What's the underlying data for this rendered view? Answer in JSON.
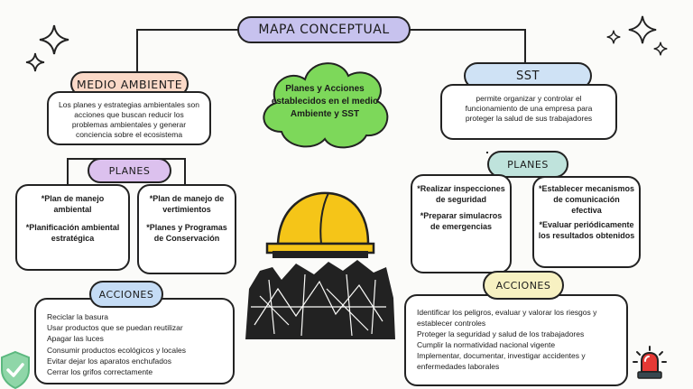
{
  "title": "MAPA CONCEPTUAL",
  "center": "Planes y Acciones establecidos en el medio Ambiente y SST",
  "left": {
    "header": "MEDIO AMBIENTE",
    "description": "Los planes y estrategias ambientales son acciones que buscan reducir los problemas ambientales y generar conciencia sobre el ecosistema",
    "planes_label": "PLANES",
    "plan_a": [
      "*Plan de manejo ambiental",
      "*Planificación ambiental estratégica"
    ],
    "plan_b": [
      "*Plan de manejo de vertimientos",
      "*Planes y Programas de Conservación"
    ],
    "acciones_label": "ACCIONES",
    "acciones": [
      "Reciclar la basura",
      "Usar productos que se puedan reutilizar",
      "Apagar las luces",
      "Consumir productos ecológicos y locales",
      "Evitar dejar los aparatos enchufados",
      "Cerrar los grifos correctamente"
    ]
  },
  "right": {
    "header": "SST",
    "description": "permite organizar y controlar el funcionamiento de una empresa para proteger la salud de sus trabajadores",
    "planes_label": "PLANES",
    "plan_a": [
      "*Realizar inspecciones de seguridad",
      "*Preparar simulacros de emergencias"
    ],
    "plan_b": [
      "*Establecer mecanismos de comunicación efectiva",
      "*Evaluar periódicamente los resultados obtenidos"
    ],
    "acciones_label": "ACCIONES",
    "acciones": [
      "Identificar los peligros, evaluar y valorar los riesgos y establecer controles",
      "Proteger la seguridad y salud de los trabajadores",
      "Cumplir la normatividad nacional vigente",
      "Implementar, documentar, investigar accidentes y enfermedades laborales"
    ]
  },
  "colors": {
    "title_fill": "#c7c2ee",
    "medio_fill": "#fbd9c8",
    "sst_fill": "#cfe2f5",
    "planes_left_fill": "#dcc1ee",
    "planes_right_fill": "#bfe3dc",
    "acciones_left_fill": "#c5dcf5",
    "acciones_right_fill": "#f7f1c2",
    "cloud_fill": "#7dd85a",
    "helmet": "#f5c518"
  },
  "icons": [
    "sparkle-icon",
    "hard-hat-icon",
    "shield-check-icon",
    "siren-icon"
  ]
}
